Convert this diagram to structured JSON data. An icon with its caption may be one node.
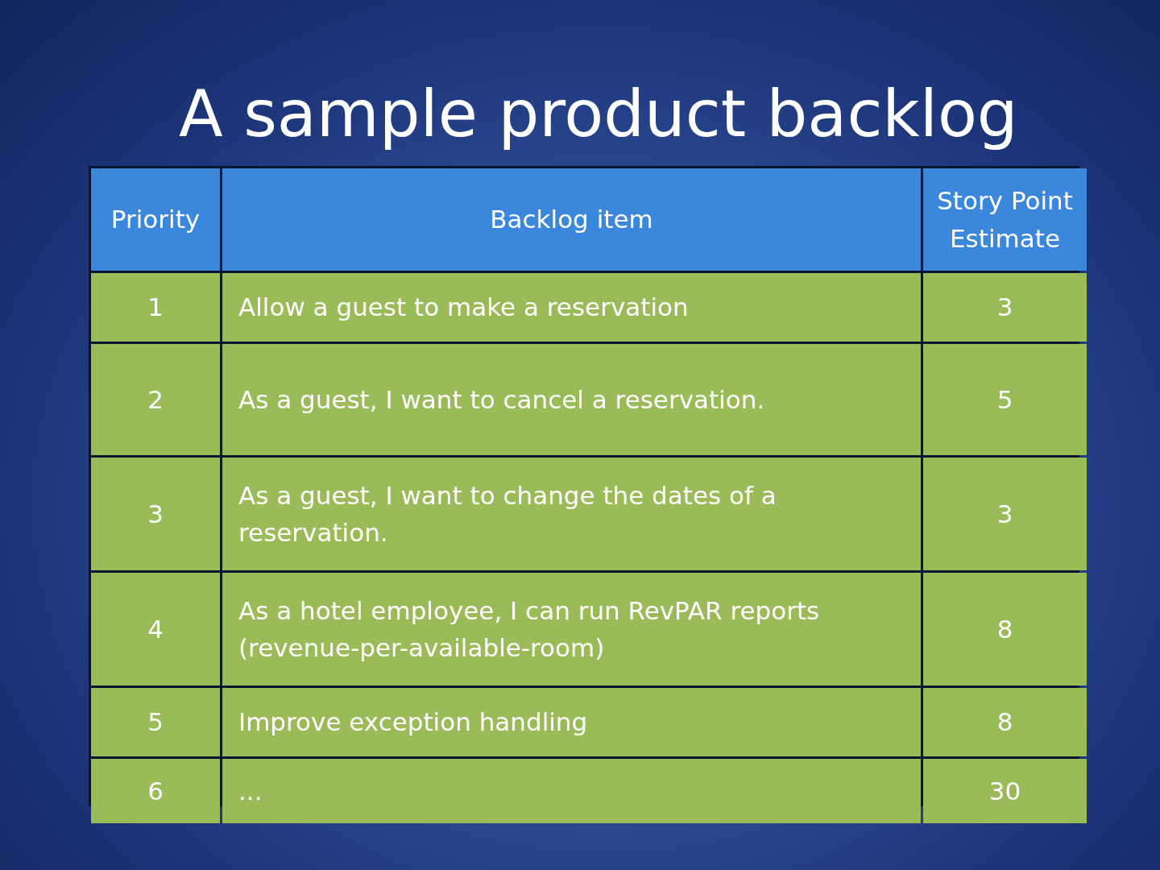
{
  "diagram": {
    "title": "A sample product backlog",
    "labels": [
      "Priority",
      "Backlog item",
      "Story Point Estimate",
      "1",
      "Allow a guest to make a reservation",
      "3",
      "2",
      "As a guest, I want to cancel a reservation.",
      "5",
      "3",
      "As a guest, I want to change the dates of a reservation.",
      "3",
      "4",
      "As a hotel employee, I can run RevPAR reports (revenue-per-available-room)",
      "8",
      "5",
      "Improve exception handling",
      "8",
      "6",
      "...",
      "30"
    ]
  }
}
